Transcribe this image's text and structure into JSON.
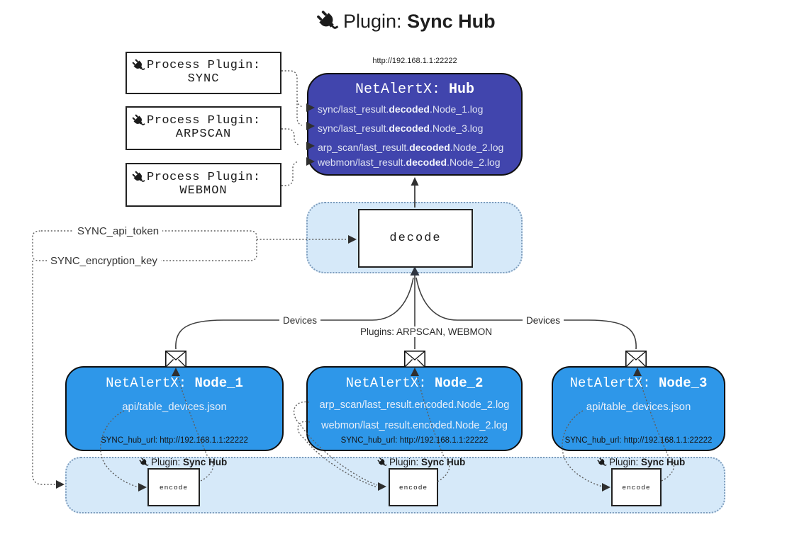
{
  "title": {
    "prefix": "Plugin: ",
    "bold": "Sync Hub"
  },
  "hub": {
    "url": "http://192.168.1.1:22222",
    "name_prefix": "NetAlertX: ",
    "name_bold": "Hub",
    "lines": [
      {
        "pre": "sync/last_result.",
        "bold": "decoded",
        "post": ".Node_1.log"
      },
      {
        "pre": "sync/last_result.",
        "bold": "decoded",
        "post": ".Node_3.log"
      },
      {
        "pre": "arp_scan/last_result.",
        "bold": "decoded",
        "post": ".Node_2.log"
      },
      {
        "pre": "webmon/last_result.",
        "bold": "decoded",
        "post": ".Node_2.log"
      }
    ]
  },
  "process_plugins": [
    {
      "label": "Process Plugin:",
      "name": "SYNC"
    },
    {
      "label": "Process Plugin:",
      "name": "ARPSCAN"
    },
    {
      "label": "Process Plugin:",
      "name": "WEBMON"
    }
  ],
  "decode": {
    "label": "decode"
  },
  "secrets": {
    "api_token": "SYNC_api_token",
    "encryption_key": "SYNC_encryption_key"
  },
  "edges": {
    "devices_left": "Devices",
    "devices_right": "Devices",
    "plugins_mid": "Plugins: ARPSCAN, WEBMON"
  },
  "nodes": [
    {
      "name_prefix": "NetAlertX: ",
      "name_bold": "Node_1",
      "files": [
        "api/table_devices.json"
      ],
      "hub_url": "SYNC_hub_url: http://192.168.1.1:22222"
    },
    {
      "name_prefix": "NetAlertX: ",
      "name_bold": "Node_2",
      "files": [
        "arp_scan/last_result.encoded.Node_2.log",
        "webmon/last_result.encoded.Node_2.log"
      ],
      "hub_url": "SYNC_hub_url: http://192.168.1.1:22222"
    },
    {
      "name_prefix": "NetAlertX: ",
      "name_bold": "Node_3",
      "files": [
        "api/table_devices.json"
      ],
      "hub_url": "SYNC_hub_url: http://192.168.1.1:22222"
    }
  ],
  "encode_band": {
    "plugin_label_prefix": "Plugin: ",
    "plugin_label_bold": "Sync Hub",
    "encode_label": "encode"
  },
  "colors": {
    "hub_bg": "#4145ad",
    "node_bg": "#2e97e9",
    "band_bg": "#d6e9f9"
  }
}
